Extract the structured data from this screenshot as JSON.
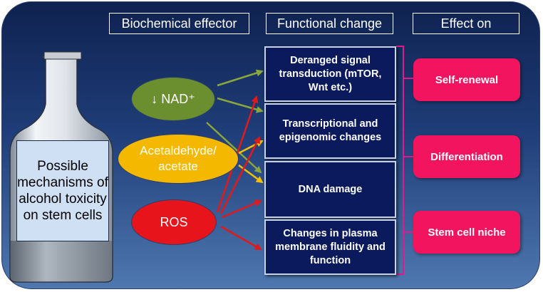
{
  "headers": {
    "effector": "Biochemical effector",
    "functional": "Functional change",
    "effect": "Effect on"
  },
  "bottle_label": "Possible mechanisms of alcohol toxicity on stem cells",
  "effectors": {
    "nad": "↓ NAD⁺",
    "acetaldehyde": "Acetaldehyde/ acetate",
    "ros": "ROS"
  },
  "changes": {
    "signal": "Deranged signal transduction (mTOR, Wnt etc.)",
    "transcriptional": "Transcriptional and epigenomic changes",
    "dna": "DNA damage",
    "membrane": "Changes in plasma membrane fluidity and function"
  },
  "effects": {
    "self_renewal": "Self-renewal",
    "differentiation": "Differentiation",
    "niche": "Stem cell niche"
  },
  "colors": {
    "background_top": "#0f2250",
    "background_bottom": "#4f78b0",
    "nad_fill": "#6b8e2e",
    "acetaldehyde_fill": "#f5b800",
    "ros_fill": "#e8141c",
    "change_box_fill": "#0a1a5c",
    "effect_box_fill": "#f2145e",
    "nad_arrow": "#8aa63c",
    "acetaldehyde_arrow": "#f5c000",
    "ros_arrow": "#e01a1a",
    "bracket": "#e01a8c"
  }
}
